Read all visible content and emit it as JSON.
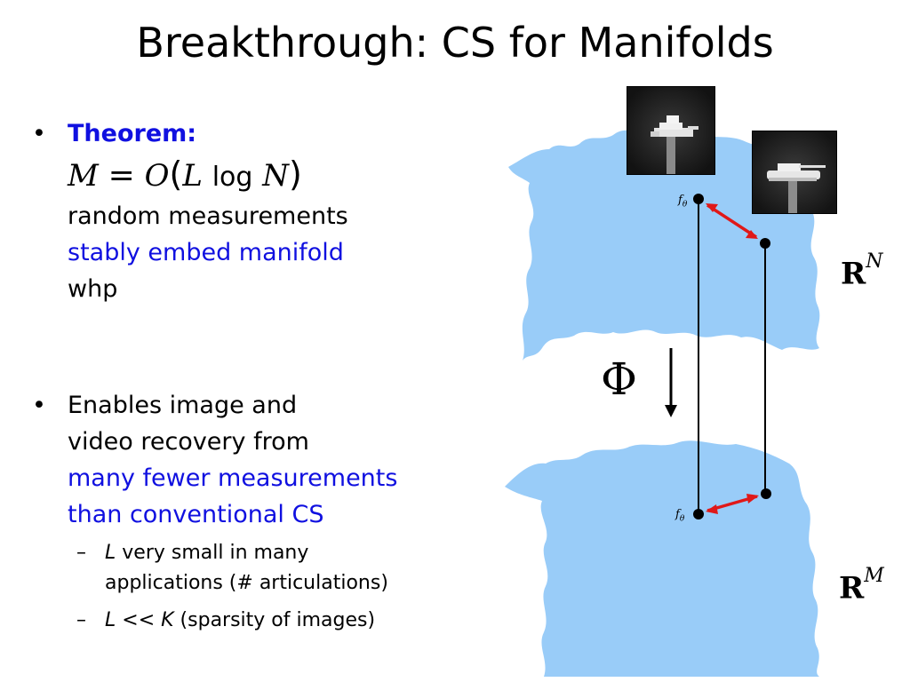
{
  "slide": {
    "title": "Breakthrough: CS for Manifolds"
  },
  "bullet1": {
    "marker": "•",
    "heading": "Theorem:",
    "equation": {
      "lhs": "M",
      "eq": "=",
      "big_o": "O",
      "open_paren": "(",
      "L": "L",
      "log": "log",
      "N": "N",
      "close_paren": ")"
    },
    "line_black": "random measurements",
    "line_blue": "stably embed manifold",
    "line_end": "whp"
  },
  "bullet2": {
    "marker": "•",
    "line1": "Enables image and",
    "line2": "video recovery from",
    "line3_blue": "many fewer measurements",
    "line4_blue": "than conventional CS",
    "subitems": [
      {
        "dash": "–",
        "var": "L",
        "rest1": " very small in many",
        "rest2": "applications (# articulations)"
      },
      {
        "dash": "–",
        "var1": "L",
        "mid": " << ",
        "var2": "K",
        "rest": " (sparsity of images)"
      }
    ]
  },
  "figure": {
    "space_top": {
      "base": "R",
      "exp": "N"
    },
    "space_bottom": {
      "base": "R",
      "exp": "M"
    },
    "operator": "Φ",
    "f_top": {
      "f": "f",
      "theta": "θ"
    },
    "f_bottom": {
      "f": "f",
      "theta": "θ"
    },
    "colors": {
      "manifold_fill": "#99ccf8",
      "arrow_red": "#e01818",
      "thumb_bg": "#1c1c1c"
    },
    "images": [
      "tank-image-front-view",
      "tank-image-side-view"
    ]
  }
}
